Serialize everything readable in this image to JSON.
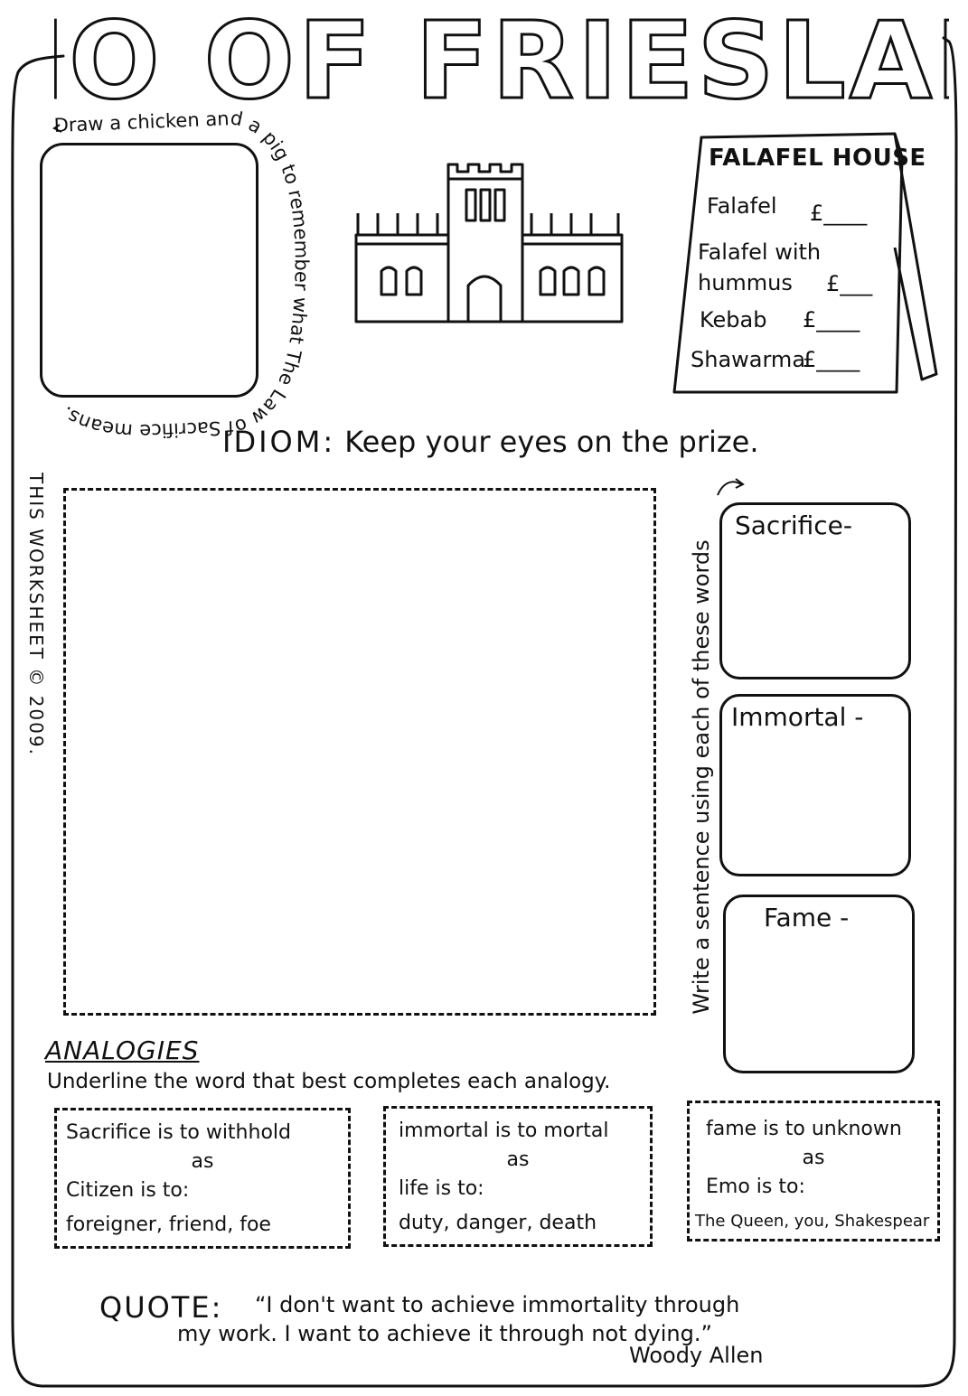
{
  "title": "EMO OF FRIESLAND",
  "draw_prompt": "Draw a chicken and a pig to remember what The Law of Sacrifice means.",
  "sign": {
    "title": "FALAFEL HOUSE",
    "currency": "£",
    "items": [
      "Falafel",
      "Falafel with hummus",
      "Kebab",
      "Shawarma"
    ]
  },
  "idiom": {
    "label": "IDIOM:",
    "text": "Keep your eyes on the prize."
  },
  "copyright": "THIS WORKSHEET © 2009.",
  "vocab_instruction": "Write a sentence using each of these words",
  "vocab": [
    {
      "label": "Sacrifice-"
    },
    {
      "label": "Immortal -"
    },
    {
      "label": "Fame -"
    }
  ],
  "analogies": {
    "title": "ANALOGIES",
    "instruction": "Underline the word that best completes each analogy.",
    "items": [
      {
        "line1": "Sacrifice is to withhold",
        "as": "as",
        "line3": "Citizen is to:",
        "options": "foreigner, friend, foe"
      },
      {
        "line1": "immortal is to mortal",
        "as": "as",
        "line3": "life is to:",
        "options": "duty, danger, death"
      },
      {
        "line1": "fame is to unknown",
        "as": "as",
        "line3": "Emo is to:",
        "options": "The Queen, you, Shakespear"
      }
    ]
  },
  "quote": {
    "label": "QUOTE:",
    "line1": "“I don't want to achieve immortality through",
    "line2": "my work. I want to achieve it through not dying.”",
    "author": "Woody Allen"
  }
}
